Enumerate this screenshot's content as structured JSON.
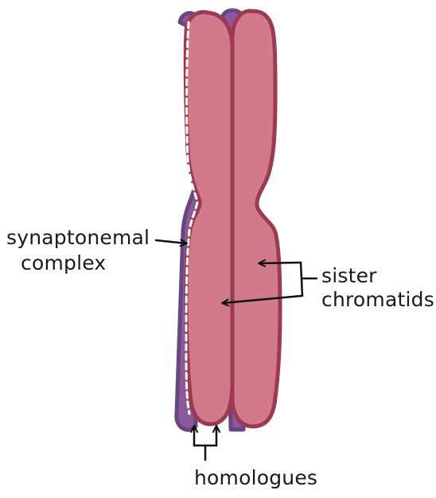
{
  "labels": {
    "synaptonemal_line1": "synaptonemal",
    "synaptonemal_line2": "complex",
    "sister_line1": "sister",
    "sister_line2": "chromatids",
    "homologues": "homologues"
  },
  "colors": {
    "chromatid_fill": "#d07a8c",
    "chromatid_outline": "#9d3a52",
    "homologue_fill": "#8a5a9a",
    "homologue_outline": "#6a4680",
    "synaptonemal_dash": "#ffffff",
    "annotation": "#111111"
  }
}
